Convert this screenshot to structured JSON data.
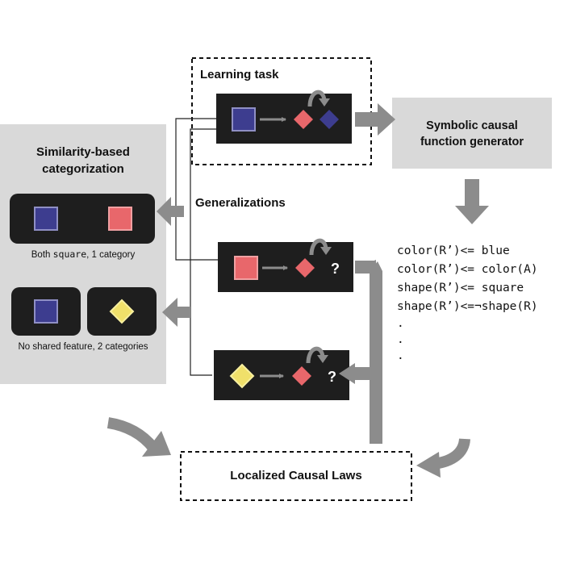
{
  "learning_task": {
    "title": "Learning task"
  },
  "generator": {
    "title_line1": "Symbolic causal",
    "title_line2": "function generator"
  },
  "similarity": {
    "title_line1": "Similarity-based",
    "title_line2": "categorization",
    "caption1_prefix": "Both ",
    "caption1_code": "square",
    "caption1_suffix": ", 1 category",
    "caption2": "No shared feature, 2 categories"
  },
  "generalizations": {
    "title": "Generalizations",
    "unknown_mark": "?"
  },
  "functions": [
    "color(R’)<= blue",
    "color(R’)<= color(A)",
    "shape(R’)<= square",
    "shape(R’)<=¬shape(R)",
    ".",
    ".",
    "."
  ],
  "localized": {
    "title": "Localized Causal Laws"
  },
  "colors": {
    "panel_bg": "#1e1e1e",
    "gray_box": "#d9d9d9",
    "arrow_gray": "#8c8c8c",
    "blue_square": "#3d3d8f",
    "red_square": "#e8676b",
    "yellow_diamond": "#f0e06a"
  }
}
